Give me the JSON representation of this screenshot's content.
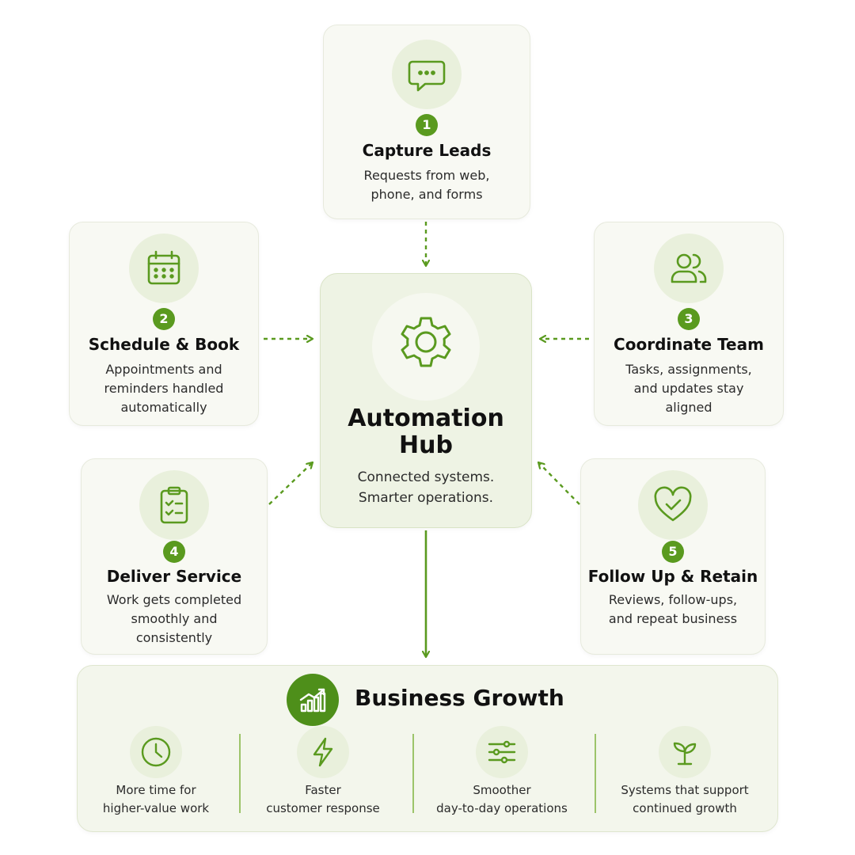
{
  "hub": {
    "title_line1": "Automation",
    "title_line2": "Hub",
    "subtitle_line1": "Connected systems.",
    "subtitle_line2": "Smarter operations.",
    "icon": "gear-icon"
  },
  "steps": [
    {
      "number": "1",
      "title": "Capture Leads",
      "desc_lines": [
        "Requests from web,",
        "phone, and forms"
      ],
      "icon": "chat-bubble-icon"
    },
    {
      "number": "2",
      "title": "Schedule & Book",
      "desc_lines": [
        "Appointments and",
        "reminders handled",
        "automatically"
      ],
      "icon": "calendar-icon"
    },
    {
      "number": "3",
      "title": "Coordinate Team",
      "desc_lines": [
        "Tasks, assignments,",
        "and updates stay",
        "aligned"
      ],
      "icon": "team-icon"
    },
    {
      "number": "4",
      "title": "Deliver Service",
      "desc_lines": [
        "Work gets completed",
        "smoothly and",
        "consistently"
      ],
      "icon": "clipboard-check-icon"
    },
    {
      "number": "5",
      "title": "Follow Up & Retain",
      "desc_lines": [
        "Reviews, follow-ups,",
        "and repeat business"
      ],
      "icon": "heart-check-icon"
    }
  ],
  "growth": {
    "title": "Business Growth",
    "icon": "growth-chart-icon",
    "items": [
      {
        "lines": [
          "More time for",
          "higher-value work"
        ],
        "icon": "clock-icon"
      },
      {
        "lines": [
          "Faster",
          "customer response"
        ],
        "icon": "lightning-icon"
      },
      {
        "lines": [
          "Smoother",
          "day-to-day operations"
        ],
        "icon": "sliders-icon"
      },
      {
        "lines": [
          "Systems that support",
          "continued growth"
        ],
        "icon": "sprout-icon"
      }
    ]
  },
  "colors": {
    "accent": "#5a9a1f",
    "accent_dark": "#4e8f1a",
    "card_bg": "#f8f9f3",
    "hub_bg": "#eef3e4",
    "icon_bg": "#e9f0dc"
  }
}
